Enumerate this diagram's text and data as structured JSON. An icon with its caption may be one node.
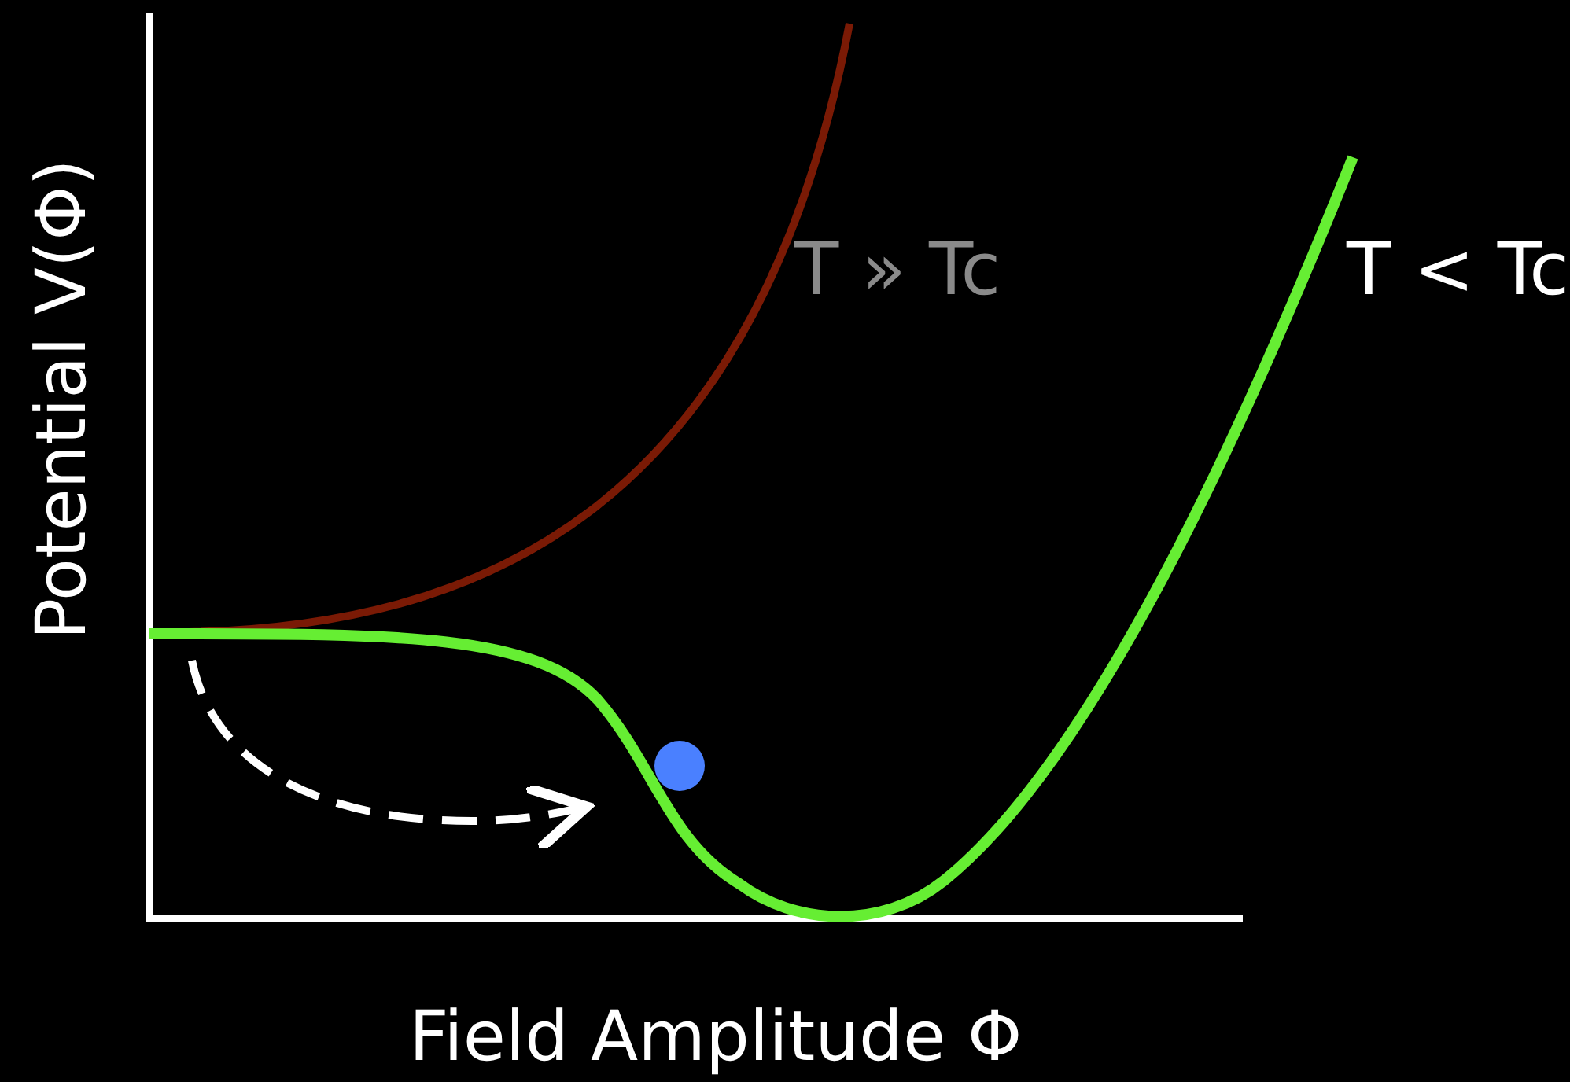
{
  "diagram": {
    "labels": [
      "T » Tc",
      "T < Tc",
      "Potential V(Φ)",
      "Field Amplitude Φ"
    ]
  }
}
